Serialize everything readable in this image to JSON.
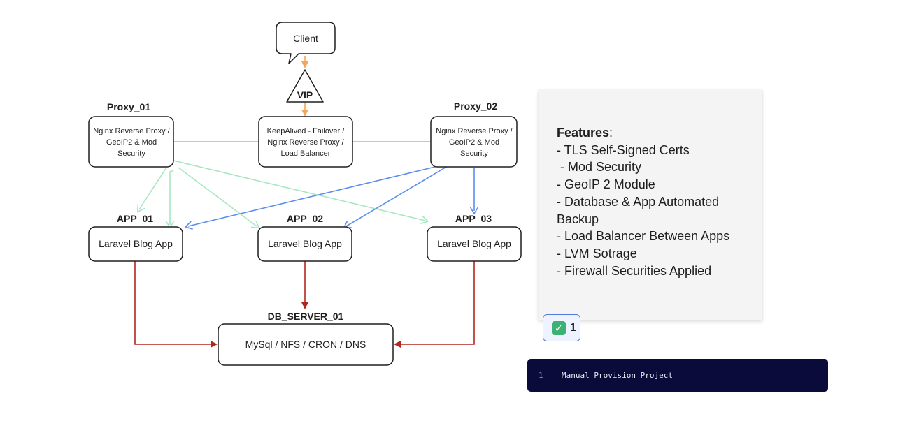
{
  "diagram": {
    "nodes": {
      "client": {
        "label": "Client"
      },
      "vip": {
        "label": "VIP"
      },
      "proxy_01": {
        "title": "Proxy_01",
        "lines": [
          "Nginx Reverse Proxy /",
          "GeoIP2 & Mod",
          "Security"
        ]
      },
      "keepalived": {
        "lines": [
          "KeepAlived - Failover /",
          "Nginx Reverse Proxy /",
          "Load Balancer"
        ]
      },
      "proxy_02": {
        "title": "Proxy_02",
        "lines": [
          "Nginx Reverse Proxy /",
          "GeoIP2 & Mod",
          "Security"
        ]
      },
      "app_01": {
        "title": "APP_01",
        "label": "Laravel Blog App"
      },
      "app_02": {
        "title": "APP_02",
        "label": "Laravel Blog App"
      },
      "app_03": {
        "title": "APP_03",
        "label": "Laravel Blog App"
      },
      "db": {
        "title": "DB_SERVER_01",
        "label": "MySql / NFS / CRON / DNS"
      }
    },
    "edge_colors": {
      "orange": "#f2a65a",
      "green": "#a8e6c1",
      "blue": "#5b8def",
      "red": "#b3261e"
    }
  },
  "features": {
    "heading": "Features",
    "colon": ":",
    "items": [
      "- TLS Self-Signed Certs",
      " - Mod Security",
      "- GeoIP 2 Module",
      "- Database & App Automated",
      "Backup",
      "- Load Balancer Between Apps",
      "- LVM Sotrage",
      "- Firewall Securities Applied"
    ]
  },
  "reaction": {
    "icon": "check-mark-icon",
    "count": "1"
  },
  "code_block": {
    "line_number": "1",
    "code": "Manual Provision Project"
  }
}
